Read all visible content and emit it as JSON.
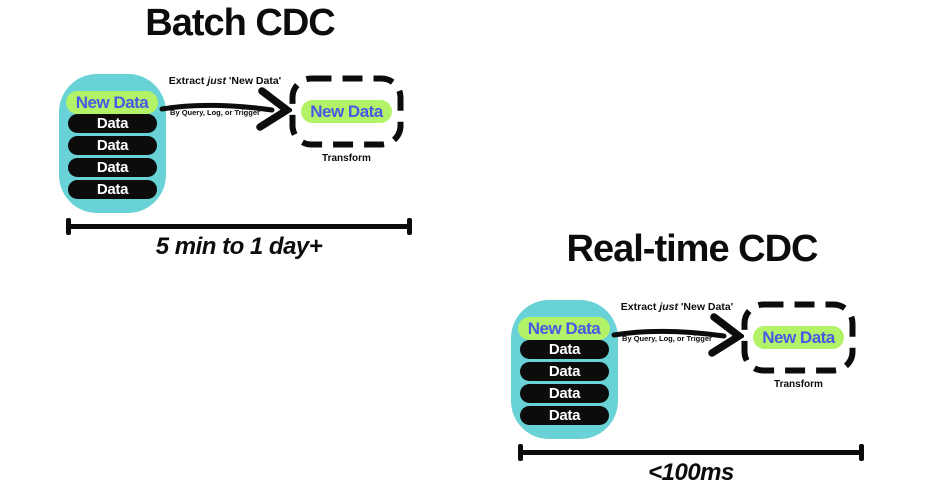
{
  "colors": {
    "teal": "#68D2D6",
    "green": "#B2F266",
    "blue": "#4B58E6",
    "ink": "#0C0C0C"
  },
  "panels": [
    {
      "title": "Batch CDC",
      "source": {
        "new_label": "New Data",
        "rows": [
          "Data",
          "Data",
          "Data",
          "Data"
        ]
      },
      "arrow": {
        "label_prefix": "Extract ",
        "label_italic": "just",
        "label_suffix": " 'New Data'",
        "sublabel": "By Query, Log, or Trigger"
      },
      "transform": {
        "pill": "New Data",
        "caption": "Transform"
      },
      "timeline": {
        "duration": "5 min to 1 day+"
      }
    },
    {
      "title": "Real-time CDC",
      "source": {
        "new_label": "New Data",
        "rows": [
          "Data",
          "Data",
          "Data",
          "Data"
        ]
      },
      "arrow": {
        "label_prefix": "Extract ",
        "label_italic": "just",
        "label_suffix": " 'New Data'",
        "sublabel": "By Query, Log, or Trigger"
      },
      "transform": {
        "pill": "New Data",
        "caption": "Transform"
      },
      "timeline": {
        "duration": "<100ms"
      }
    }
  ]
}
